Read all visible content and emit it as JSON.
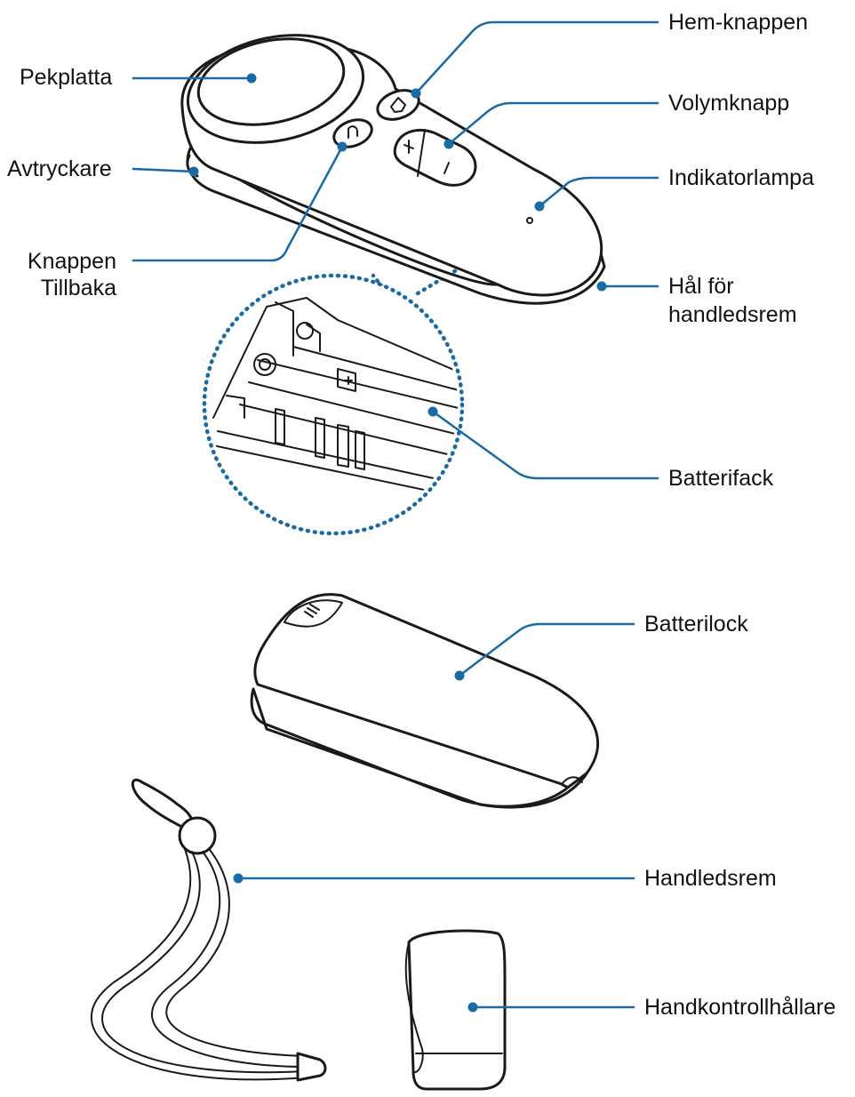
{
  "colors": {
    "leader": "#1a6aa3",
    "ink": "#1a1a1a",
    "background": "#ffffff"
  },
  "labels": {
    "pekplatta": "Pekplatta",
    "avtryckare": "Avtryckare",
    "knappen_tillbaka_1": "Knappen",
    "knappen_tillbaka_2": "Tillbaka",
    "hem_knappen": "Hem-knappen",
    "volymknapp": "Volymknapp",
    "indikatorlampa": "Indikatorlampa",
    "hal_for_1": "Hål för",
    "hal_for_2": "handledsrem",
    "batterifack": "Batterifack",
    "batterilock": "Batterilock",
    "handledsrem": "Handledsrem",
    "handkontrollhallare": "Handkontrollhållare"
  }
}
